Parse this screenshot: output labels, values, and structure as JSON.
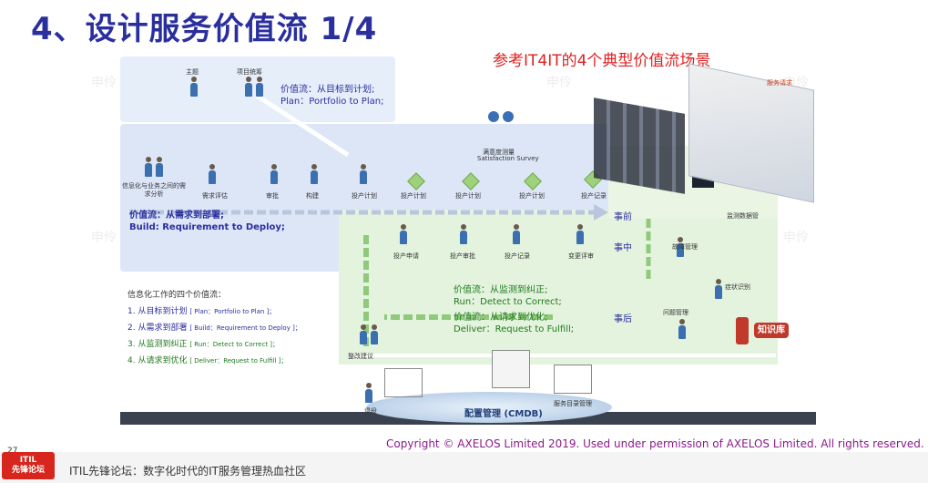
{
  "title": "4、设计服务价值流 1/4",
  "subtitle": "参考IT4IT的4个典型价值流场景",
  "value_streams": {
    "plan": {
      "line1": "价值流：从目标到计划;",
      "line2": "Plan：Portfolio to Plan;"
    },
    "build": {
      "line1": "价值流：从需求到部署;",
      "line2": "Build: Requirement to Deploy;"
    },
    "run": {
      "line1": "价值流：从监测到纠正;",
      "line2": "Run：Detect to Correct;"
    },
    "deliver": {
      "line1": "价值流：从请求到优化;",
      "line2": "Deliver：Request to Fulfill;"
    }
  },
  "labels": {
    "sponsor": "主题",
    "project_coord": "项目统筹",
    "biz_analysis": "信息化与业务之间的需求分析",
    "req_eval": "需求评估",
    "approve": "审批",
    "build": "构建",
    "plan1": "投产计划",
    "plan2": "投产计划",
    "plan3": "投产计划",
    "plan4": "投产计划",
    "record": "投产记录",
    "survey_cn": "满意度测量",
    "survey_en": "Satisfaction Survey",
    "apply": "投产申请",
    "review": "投产审批",
    "prod_record": "投产记录",
    "change_review": "变更评审",
    "before": "事前",
    "during": "事中",
    "after": "事后",
    "monitor": "监测数据管",
    "incident": "故障管理",
    "symptom": "症状识别",
    "problem": "问题管理",
    "knowledge": "知识库",
    "rectify": "整改建议",
    "retire": "退役",
    "cmdb": "配置管理 (CMDB)",
    "catalog": "服务目录管理",
    "service_req": "服务请求"
  },
  "legend": {
    "heading": "信息化工作的四个价值流：",
    "items": [
      {
        "cn": "1. 从目标到计划",
        "en": "[ Plan：Portfolio to Plan ]；"
      },
      {
        "cn": "2. 从需求到部署",
        "en": "[ Build：Requirement to Deploy ]；"
      },
      {
        "cn": "3. 从监测到纠正",
        "en": "[ Run：Detect to Correct ]；"
      },
      {
        "cn": "4. 从请求到优化",
        "en": "[ Deliver：Request to Fulfill ]；"
      }
    ]
  },
  "watermark": "申伶",
  "copyright": "Copyright © AXELOS Limited 2019. Used under permission of AXELOS Limited. All rights reserved.",
  "footer": "ITIL先锋论坛：数字化时代的IT服务管理热血社区",
  "logo_line1": "ITIL",
  "logo_line2": "先锋论坛",
  "page_number": "27",
  "colors": {
    "title": "#2a2f9e",
    "subtitle": "#e02020",
    "plan_band": "#e6eefa",
    "build_band": "#dce6f7",
    "run_band": "#e4f3dd",
    "cmdb": "#cfe0f2",
    "knowledge": "#c0392b"
  }
}
